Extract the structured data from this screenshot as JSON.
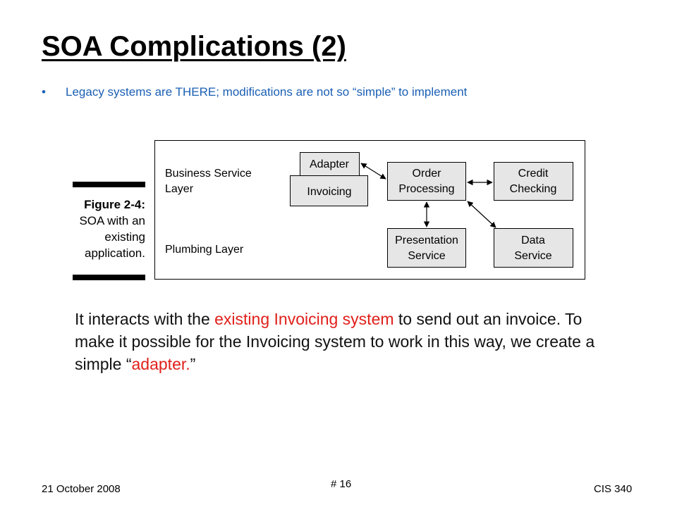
{
  "slide": {
    "title": "SOA Complications (2)",
    "bullet_symbol": "•",
    "bullet_text": "Legacy systems are THERE; modifications are not so “simple” to implement"
  },
  "figure": {
    "caption_line1": "Figure 2-4:",
    "caption_line2": "SOA with an",
    "caption_line3": "existing",
    "caption_line4": "application.",
    "layer_business_line1": "Business Service",
    "layer_business_line2": "Layer",
    "layer_plumbing": "Plumbing Layer",
    "box_adapter": "Adapter",
    "box_invoicing": "Invoicing",
    "box_order_line1": "Order",
    "box_order_line2": "Processing",
    "box_credit_line1": "Credit",
    "box_credit_line2": "Checking",
    "box_presentation_line1": "Presentation",
    "box_presentation_line2": "Service",
    "box_data_line1": "Data",
    "box_data_line2": "Service"
  },
  "paragraph": {
    "part1": "It interacts with the ",
    "highlight1": "existing Invoicing system",
    "part2": " to send out an invoice. To make it possible for the Invoicing system to work in this way, we create a simple “",
    "highlight2": "adapter.",
    "part3": "”"
  },
  "footer": {
    "date": "21 October 2008",
    "page": "# 16",
    "course": "CIS 340"
  },
  "colors": {
    "bullet_blue": "#1a5fb4",
    "highlight_red": "#e0201b",
    "box_fill": "#e6e6e6"
  }
}
